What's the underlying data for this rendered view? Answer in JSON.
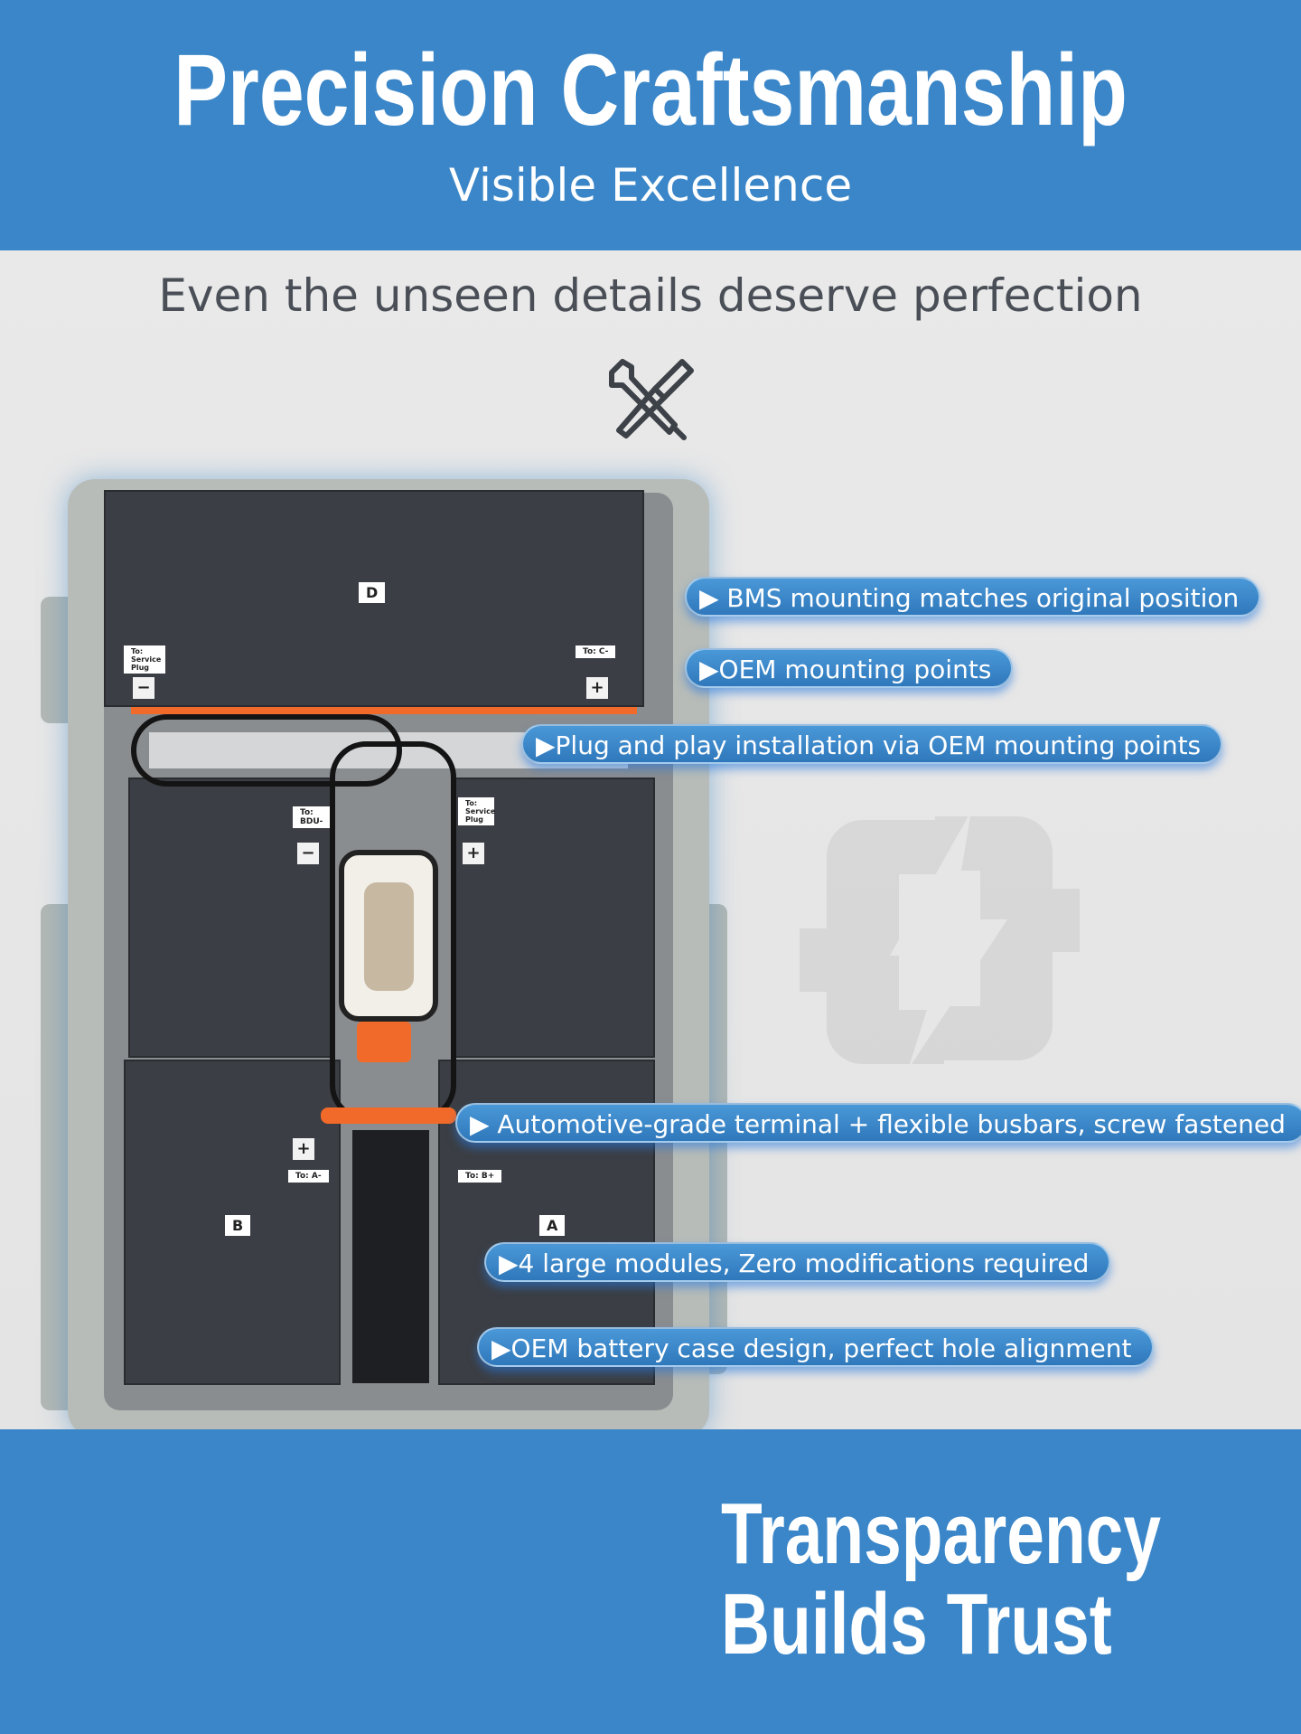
{
  "header": {
    "title": "Precision Craftsmanship",
    "subtitle": "Visible Excellence"
  },
  "main": {
    "tagline": "Even the unseen details deserve perfection",
    "icon": "tools-icon",
    "modules": [
      {
        "letter": "D",
        "tag": "To: C-",
        "tag2": "To: Service Plug"
      },
      {
        "letter": "B",
        "tag": "To: A-"
      },
      {
        "letter": "A",
        "tag": "To: B+"
      },
      {
        "tag": "To: BDU-"
      },
      {
        "tag": "To: Service Plug"
      }
    ],
    "callouts": [
      "▶ BMS mounting matches original position",
      "▶OEM mounting points",
      "▶Plug and play installation via OEM mounting points",
      "▶ Automotive-grade terminal + flexible busbars, screw fastened",
      "▶4 large modules, Zero modifications required",
      "▶OEM battery case design, perfect hole alignment"
    ]
  },
  "footer": {
    "line1": "Transparency",
    "line2": "Builds Trust"
  },
  "colors": {
    "brand_blue": "#3a86c8",
    "module": "#3b3e44",
    "accent_orange": "#f26a2a"
  }
}
